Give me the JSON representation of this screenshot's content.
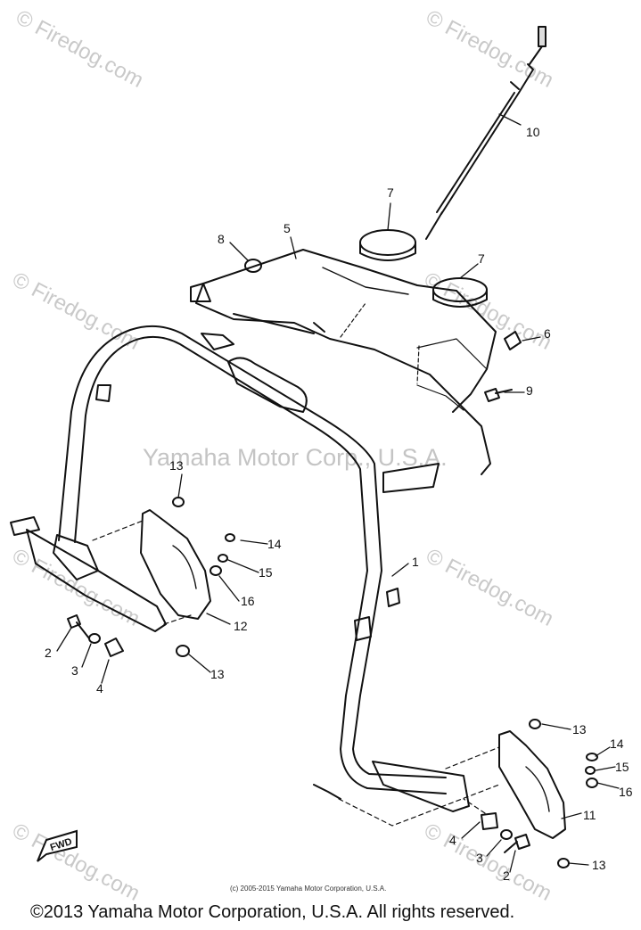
{
  "diagram": {
    "watermarks": {
      "site": "© Firedog.com",
      "center": "Yamaha Motor Corp., U.S.A."
    },
    "callouts": {
      "c1": "1",
      "c2a": "2",
      "c2b": "2",
      "c3a": "3",
      "c3b": "3",
      "c4a": "4",
      "c4b": "4",
      "c5": "5",
      "c6": "6",
      "c7a": "7",
      "c7b": "7",
      "c8": "8",
      "c9": "9",
      "c10": "10",
      "c11": "11",
      "c12": "12",
      "c13a": "13",
      "c13b": "13",
      "c13c": "13",
      "c13d": "13",
      "c14a": "14",
      "c14b": "14",
      "c15a": "15",
      "c15b": "15",
      "c16a": "16",
      "c16b": "16"
    },
    "fwd_badge": "FWD",
    "small_credit": "(c) 2005-2015 Yamaha Motor Corporation, U.S.A.",
    "footer": "©2013 Yamaha Motor Corporation, U.S.A. All rights reserved."
  }
}
